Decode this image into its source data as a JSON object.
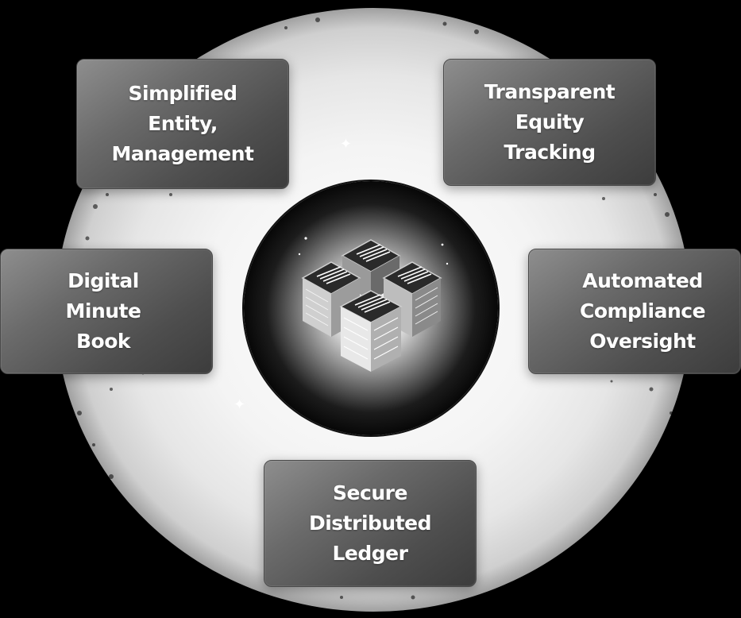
{
  "hub": {
    "icon": "server-blocks-icon"
  },
  "cards": {
    "top_left": {
      "lines": [
        "Simplified",
        "Entity,",
        "Management"
      ]
    },
    "top_right": {
      "lines": [
        "Transparent",
        "Equity",
        "Tracking"
      ]
    },
    "left": {
      "lines": [
        "Digital",
        "Minute",
        "Book"
      ]
    },
    "right": {
      "lines": [
        "Automated",
        "Compliance",
        "Oversight"
      ]
    },
    "bottom": {
      "lines": [
        "Secure",
        "Distributed",
        "Ledger"
      ]
    }
  },
  "colors": {
    "background": "#000000",
    "glow": "#ffffff",
    "card_fill": "#6a6a6a",
    "card_text": "#ffffff",
    "hub_fill": "#000000"
  }
}
